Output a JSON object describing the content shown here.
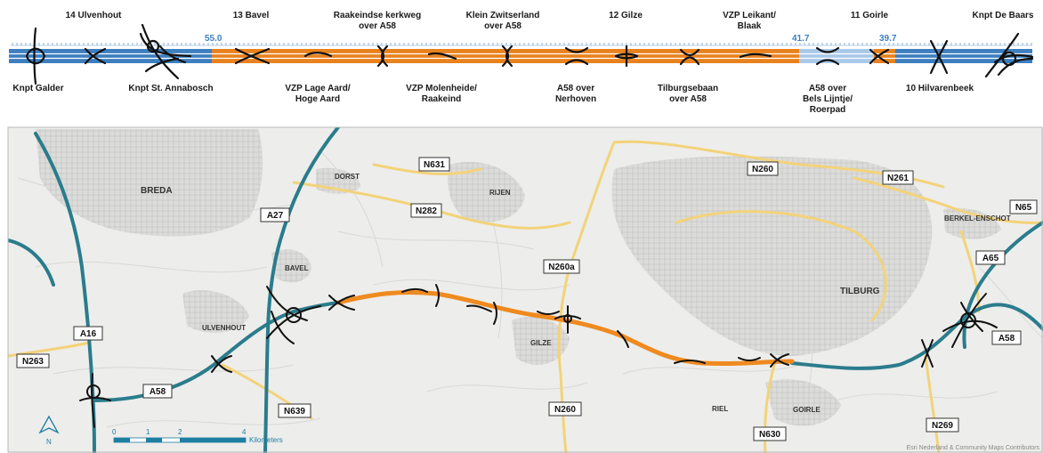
{
  "strip": {
    "top_labels": {
      "ulvenhout": "14 Ulvenhout",
      "bavel": "13 Bavel",
      "raakeindse_1": "Raakeindse kerkweg",
      "raakeindse_2": "over A58",
      "klein_1": "Klein Zwitserland",
      "klein_2": "over A58",
      "gilze": "12 Gilze",
      "leikant_1": "VZP Leikant/",
      "leikant_2": "Blaak",
      "goirle": "11 Goirle",
      "debaars": "Knpt De Baars"
    },
    "bottom_labels": {
      "galder": "Knpt Galder",
      "annabosch": "Knpt St. Annabosch",
      "lageaard_1": "VZP Lage Aard/",
      "lageaard_2": "Hoge Aard",
      "molenheide_1": "VZP Molenheide/",
      "molenheide_2": "Raakeind",
      "nerhoven_1": "A58 over",
      "nerhoven_2": "Nerhoven",
      "tilburgsebaan_1": "Tilburgsebaan",
      "tilburgsebaan_2": "over A58",
      "bels_1": "A58 over",
      "bels_2": "Bels Lijntje/",
      "bels_3": "Roerpad",
      "hilvarenbeek": "10 Hilvarenbeek"
    },
    "km_markers": {
      "start": "55.0",
      "mid": "41.7",
      "end": "39.7"
    },
    "colors": {
      "highway": "#3d7fc0",
      "project": "#e8821e",
      "light_blue": "#a9c9ea"
    }
  },
  "map": {
    "cities": {
      "breda": "BREDA",
      "tilburg": "TILBURG"
    },
    "towns": {
      "dorst": "DORST",
      "rijen": "RIJEN",
      "bavel": "BAVEL",
      "ulvenhout": "ULVENHOUT",
      "gilze": "GILZE",
      "riel": "RIEL",
      "goirle": "GOIRLE",
      "berkel": "BERKEL-ENSCHOT"
    },
    "road_shields": {
      "n631": "N631",
      "n282": "N282",
      "n260_top": "N260",
      "n261": "N261",
      "n65": "N65",
      "a27": "A27",
      "n260a": "N260a",
      "a65": "A65",
      "a16": "A16",
      "n263": "N263",
      "a58_left": "A58",
      "a58_right": "A58",
      "n639": "N639",
      "n260_bottom": "N260",
      "n630": "N630",
      "n269": "N269"
    },
    "scale_bar": {
      "t0": "0",
      "t1": "1",
      "t2": "2",
      "t4": "4",
      "unit": "Kilometers"
    },
    "north": "N",
    "attribution": "Esri Nederland & Community Maps Contributors",
    "colors": {
      "motorway": "#2a7c8c",
      "project": "#ef8a1f",
      "secondary": "#f3d37a",
      "background": "#ededeb"
    }
  }
}
